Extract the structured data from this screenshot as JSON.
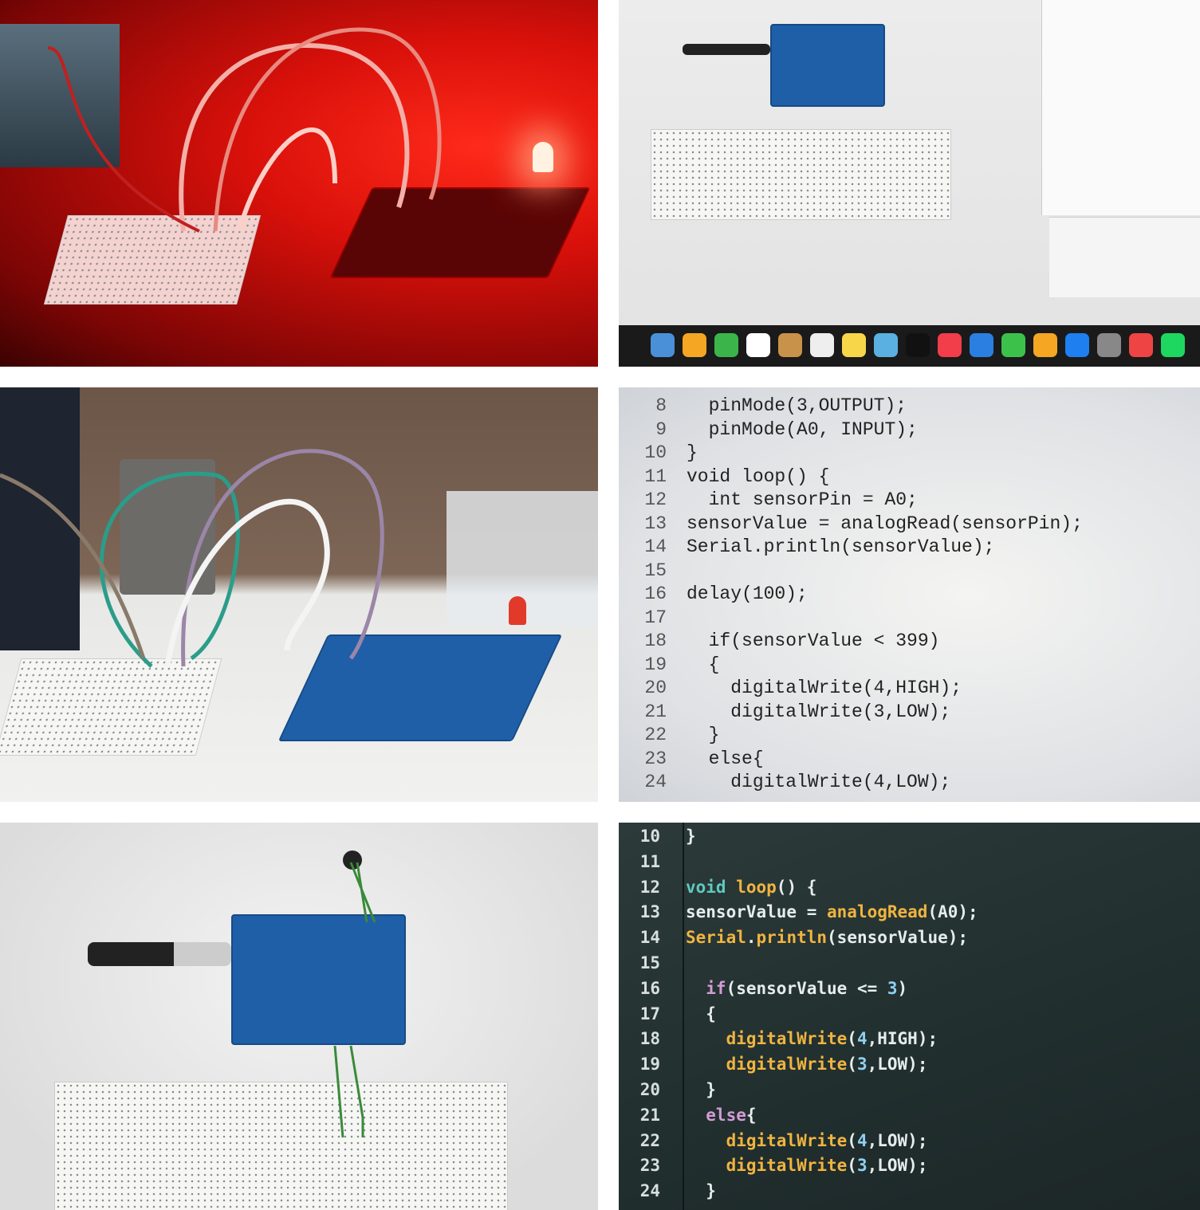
{
  "photos": [
    {
      "id": "red-led-lit",
      "description_icon": "arduino-red-led-photo"
    },
    {
      "id": "tinkercad-top",
      "description_icon": "simulator-screen-photo"
    },
    {
      "id": "led-off",
      "description_icon": "arduino-led-off-photo"
    },
    {
      "id": "tinkercad-bottom",
      "description_icon": "simulator-circuit-photo"
    }
  ],
  "code_light": {
    "lines": [
      {
        "n": "8",
        "t": "  pinMode(3,OUTPUT);"
      },
      {
        "n": "9",
        "t": "  pinMode(A0, INPUT);"
      },
      {
        "n": "10",
        "t": "}"
      },
      {
        "n": "11",
        "t": "void loop() {"
      },
      {
        "n": "12",
        "t": "  int sensorPin = A0;"
      },
      {
        "n": "13",
        "t": "sensorValue = analogRead(sensorPin);"
      },
      {
        "n": "14",
        "t": "Serial.println(sensorValue);"
      },
      {
        "n": "15",
        "t": ""
      },
      {
        "n": "16",
        "t": "delay(100);"
      },
      {
        "n": "17",
        "t": ""
      },
      {
        "n": "18",
        "t": "  if(sensorValue < 399)"
      },
      {
        "n": "19",
        "t": "  {"
      },
      {
        "n": "20",
        "t": "    digitalWrite(4,HIGH);"
      },
      {
        "n": "21",
        "t": "    digitalWrite(3,LOW);"
      },
      {
        "n": "22",
        "t": "  }"
      },
      {
        "n": "23",
        "t": "  else{"
      },
      {
        "n": "24",
        "t": "    digitalWrite(4,LOW);"
      }
    ]
  },
  "code_dark": {
    "colors": {
      "keyword": "#5fc9bf",
      "function": "#f0b440",
      "plain": "#e6ecec",
      "control": "#d39bd6",
      "number": "#8fd0f0"
    },
    "lines": [
      {
        "n": "10",
        "tokens": [
          {
            "t": "}",
            "c": "plain"
          }
        ]
      },
      {
        "n": "11",
        "tokens": []
      },
      {
        "n": "12",
        "tokens": [
          {
            "t": "void",
            "c": "keyword"
          },
          {
            "t": " loop",
            "c": "function"
          },
          {
            "t": "() {",
            "c": "plain"
          }
        ]
      },
      {
        "n": "13",
        "tokens": [
          {
            "t": "sensorValue = ",
            "c": "plain"
          },
          {
            "t": "analogRead",
            "c": "function"
          },
          {
            "t": "(A0);",
            "c": "plain"
          }
        ]
      },
      {
        "n": "14",
        "tokens": [
          {
            "t": "Serial",
            "c": "function"
          },
          {
            "t": ".",
            "c": "plain"
          },
          {
            "t": "println",
            "c": "function"
          },
          {
            "t": "(sensorValue);",
            "c": "plain"
          }
        ]
      },
      {
        "n": "15",
        "tokens": []
      },
      {
        "n": "16",
        "tokens": [
          {
            "t": "  if",
            "c": "control"
          },
          {
            "t": "(sensorValue <= ",
            "c": "plain"
          },
          {
            "t": "3",
            "c": "number"
          },
          {
            "t": ")",
            "c": "plain"
          }
        ]
      },
      {
        "n": "17",
        "tokens": [
          {
            "t": "  {",
            "c": "plain"
          }
        ]
      },
      {
        "n": "18",
        "tokens": [
          {
            "t": "    digitalWrite",
            "c": "function"
          },
          {
            "t": "(",
            "c": "plain"
          },
          {
            "t": "4",
            "c": "number"
          },
          {
            "t": ",HIGH);",
            "c": "plain"
          }
        ]
      },
      {
        "n": "19",
        "tokens": [
          {
            "t": "    digitalWrite",
            "c": "function"
          },
          {
            "t": "(",
            "c": "plain"
          },
          {
            "t": "3",
            "c": "number"
          },
          {
            "t": ",LOW);",
            "c": "plain"
          }
        ]
      },
      {
        "n": "20",
        "tokens": [
          {
            "t": "  }",
            "c": "plain"
          }
        ]
      },
      {
        "n": "21",
        "tokens": [
          {
            "t": "  else",
            "c": "control"
          },
          {
            "t": "{",
            "c": "plain"
          }
        ]
      },
      {
        "n": "22",
        "tokens": [
          {
            "t": "    digitalWrite",
            "c": "function"
          },
          {
            "t": "(",
            "c": "plain"
          },
          {
            "t": "4",
            "c": "number"
          },
          {
            "t": ",LOW);",
            "c": "plain"
          }
        ]
      },
      {
        "n": "23",
        "tokens": [
          {
            "t": "    digitalWrite",
            "c": "function"
          },
          {
            "t": "(",
            "c": "plain"
          },
          {
            "t": "3",
            "c": "number"
          },
          {
            "t": ",LOW);",
            "c": "plain"
          }
        ]
      },
      {
        "n": "24",
        "tokens": [
          {
            "t": "  }",
            "c": "plain"
          }
        ]
      }
    ]
  }
}
